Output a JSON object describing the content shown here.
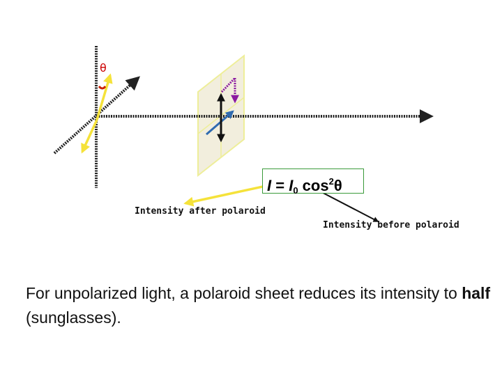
{
  "symbols": {
    "theta": "θ"
  },
  "formula": {
    "lhs": "I",
    "equals": " = ",
    "i": "I",
    "sub": "0",
    "cos": " cos",
    "sup": "2",
    "theta": "θ"
  },
  "labels": {
    "intensity_after": "Intensity after polaroid",
    "intensity_before": "Intensity before polaroid"
  },
  "caption": {
    "part1": "For unpolarized light, a polaroid sheet reduces its intensity to ",
    "bold": "half",
    "part2": " (sunglasses)."
  },
  "colors": {
    "axis": "#222222",
    "polaroid_fill": "#f2eedd",
    "polaroid_edge": "#eeee99",
    "arrow_yellow": "#f5e23a",
    "arrow_blue": "#2f6bb0",
    "projection_purple": "#8a1aa0",
    "theta_arc": "#cc2200",
    "formula_border": "#3a9a3a"
  }
}
